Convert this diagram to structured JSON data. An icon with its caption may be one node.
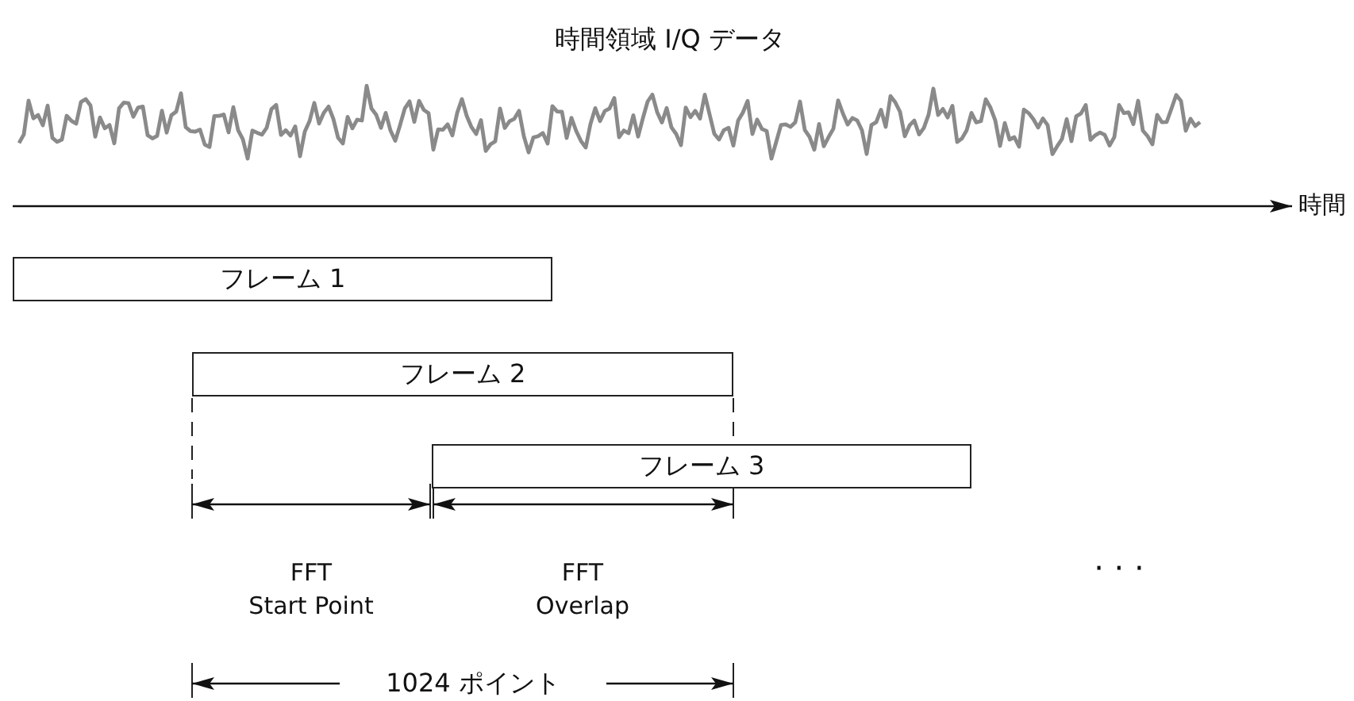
{
  "diagram": {
    "title": "時間領域 I/Q データ",
    "nodes": [
      {
        "text": [
          "フレーム 1"
        ]
      },
      {
        "text": [
          "フレーム 2"
        ]
      },
      {
        "text": [
          "フレーム 3"
        ]
      }
    ],
    "edges": [],
    "labels": [
      "時間",
      "FFT Start Point",
      "FFT Overlap",
      "· · ·",
      "1024 ポイント"
    ]
  }
}
